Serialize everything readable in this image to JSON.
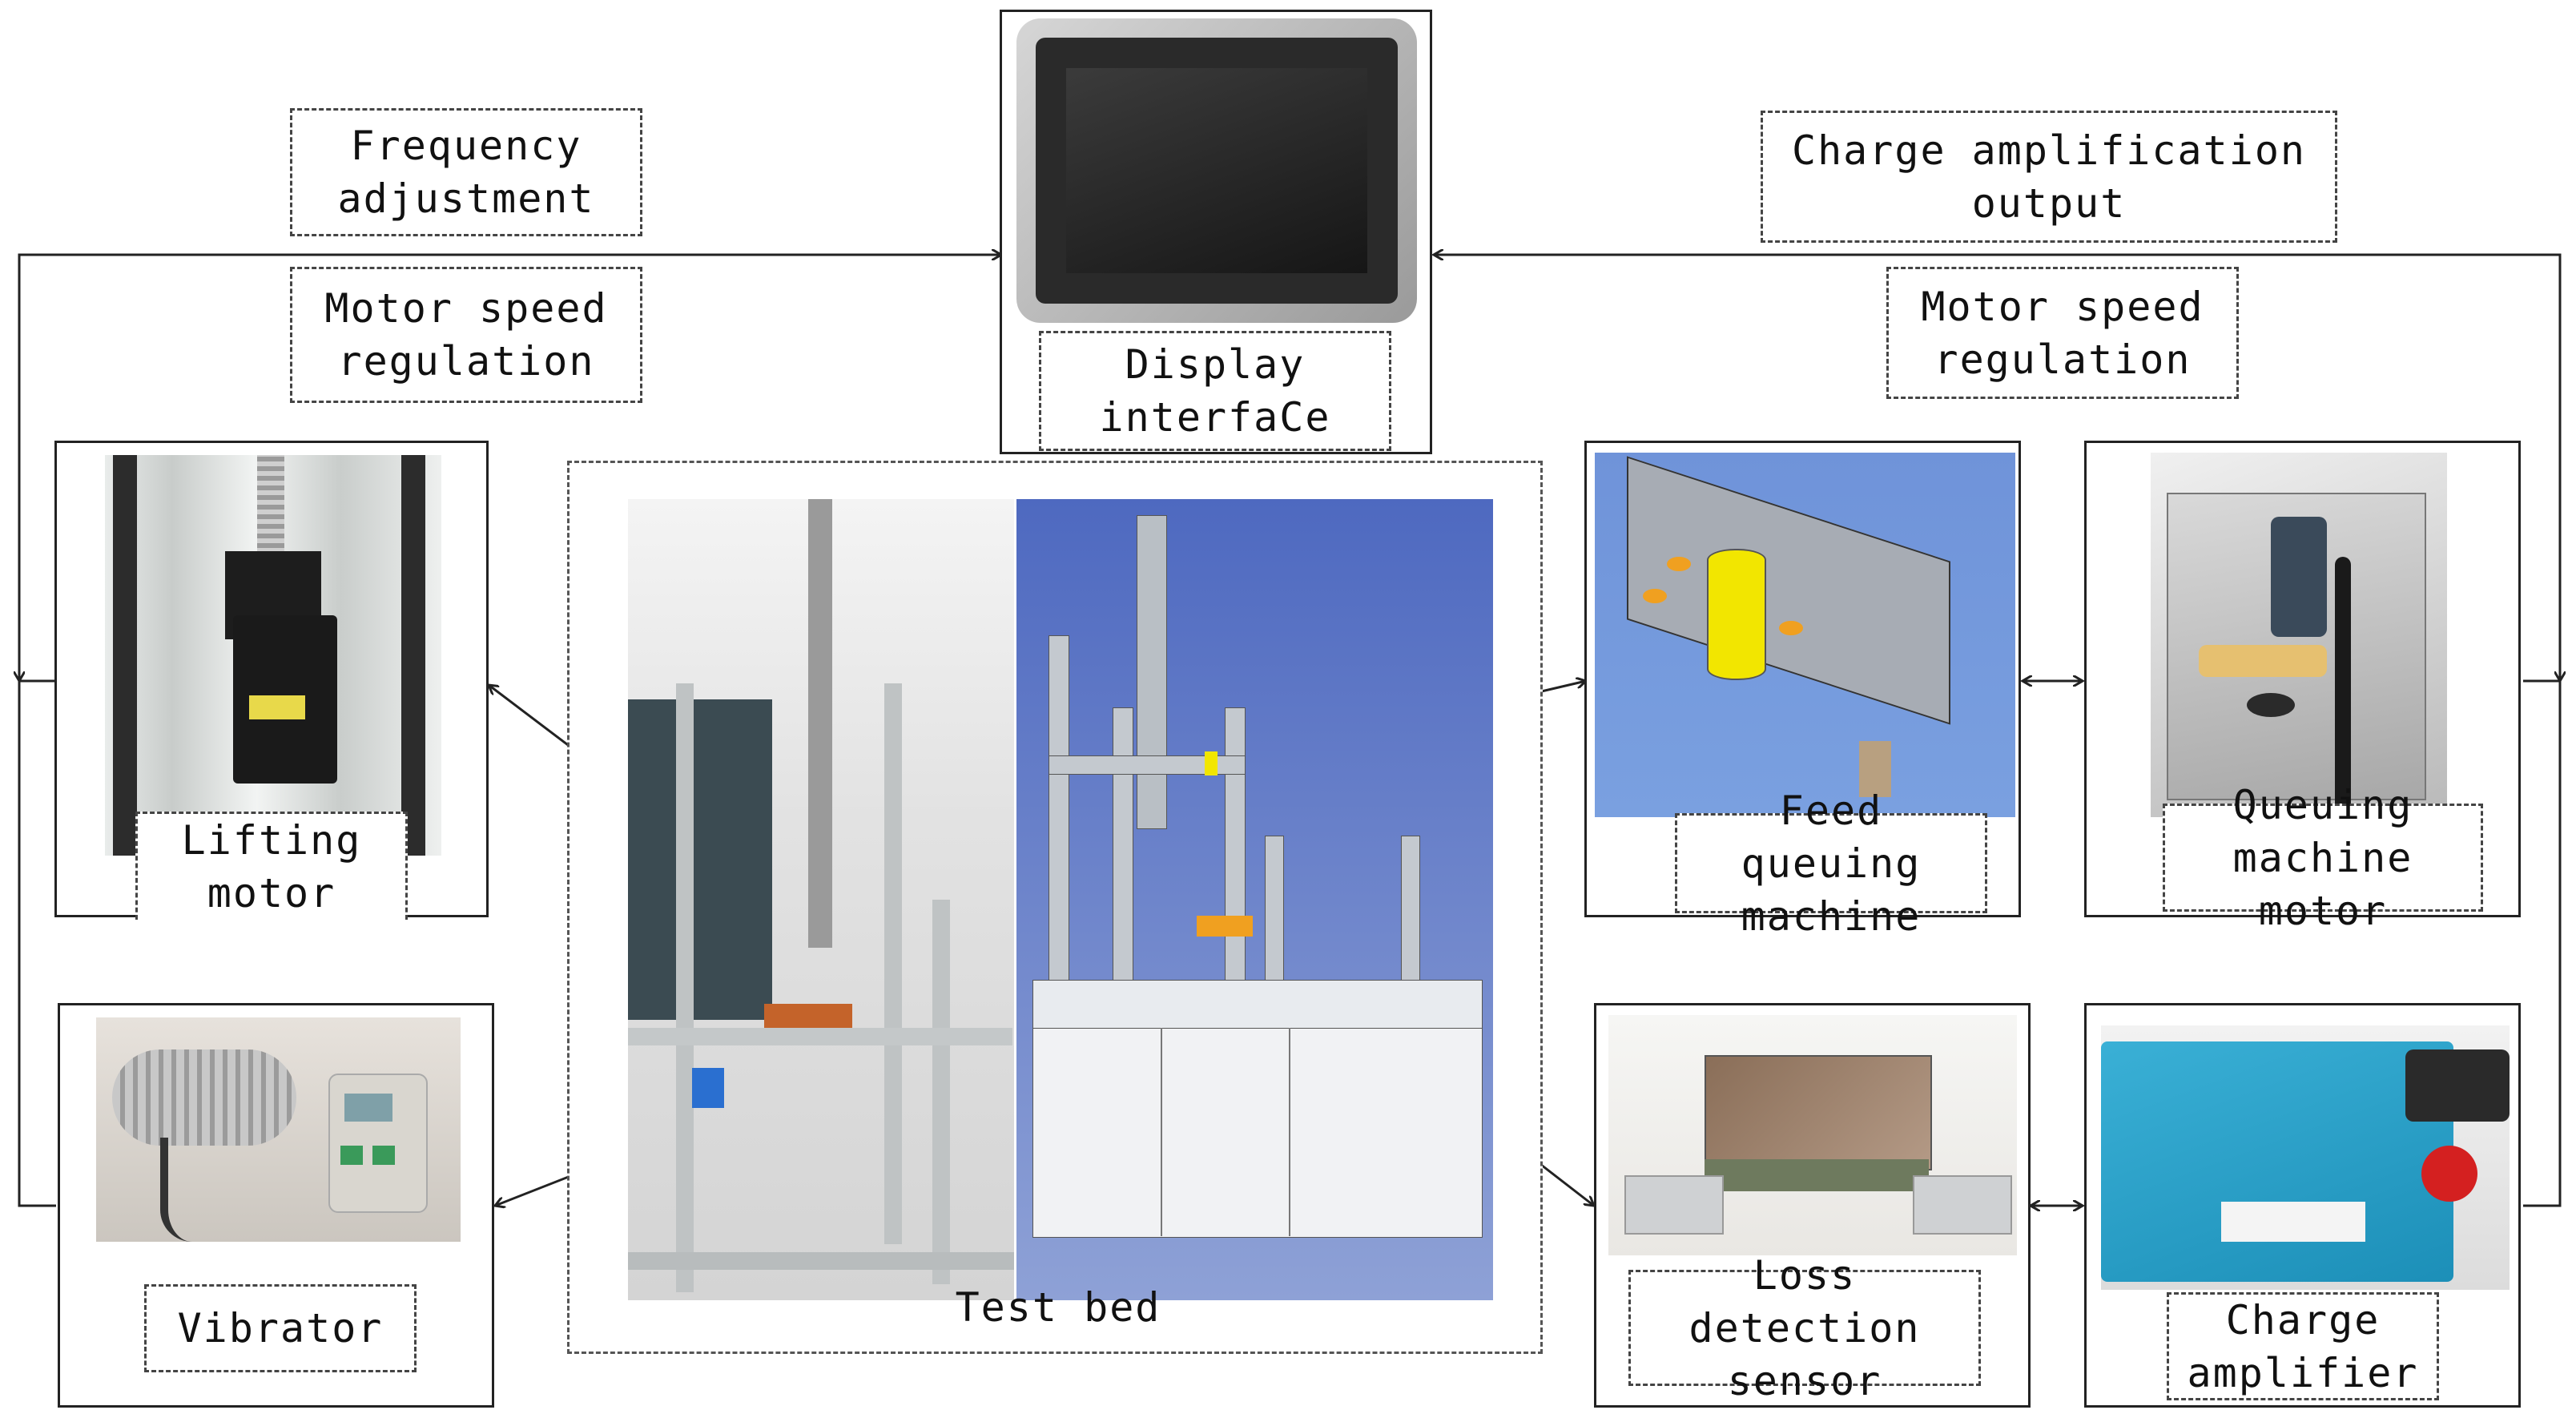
{
  "labels": {
    "frequency_adjustment": "Frequency\nadjustment",
    "motor_speed_left": "Motor speed\nregulation",
    "display_interface": "Display\ninterfaCe",
    "charge_amplification_output": "Charge amplification\noutput",
    "motor_speed_right": "Motor speed\nregulation",
    "lifting_motor": "Lifting\nmotor",
    "feed_queuing_machine": "Feed queuing\nmachine",
    "queuing_machine_motor": "Queuing\nmachine motor",
    "vibrator": "Vibrator",
    "test_bed": "Test bed",
    "loss_detection_sensor": "Loss detection\nsensor",
    "charge_amplifier": "Charge\namplifier"
  },
  "colors": {
    "line": "#222222",
    "cad_background": "#6d84c9",
    "feed_background": "#6b8fd6",
    "amplifier_blue": "#2aa0c6",
    "yellow_part": "#f2e600",
    "orange_part": "#f0a020"
  }
}
